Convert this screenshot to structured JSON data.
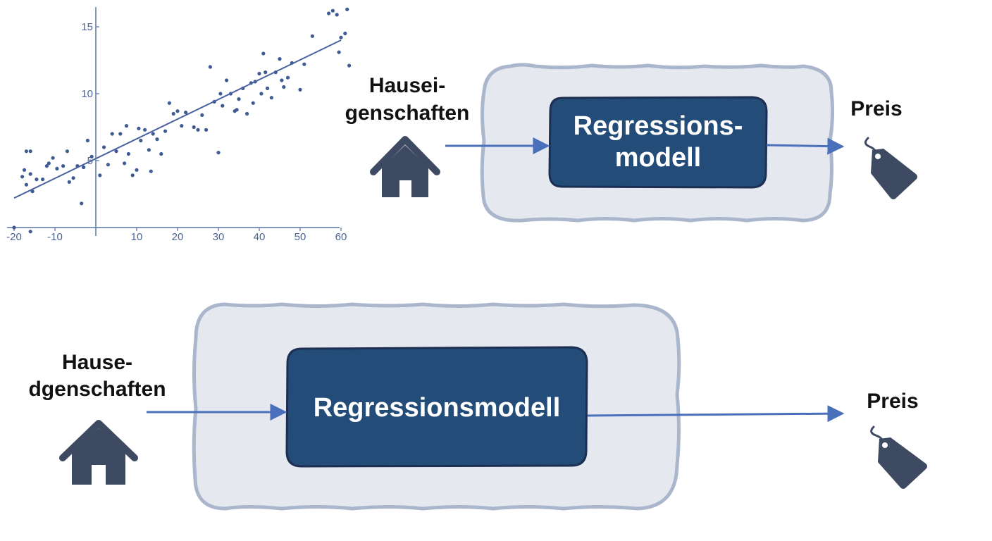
{
  "colors": {
    "axis": "#5872a4",
    "point": "#3e5b93",
    "model_box": "#234d78",
    "outer_box_fill": "#e6e8f0",
    "outer_box_stroke": "#aab6cb",
    "arrow": "#4a6fbb",
    "icon": "#3d4a62"
  },
  "chart_data": {
    "type": "scatter",
    "title": "",
    "xlabel": "",
    "ylabel": "",
    "xlim": [
      -21,
      61
    ],
    "ylim": [
      -1,
      16.5
    ],
    "x_ticks": [
      "-20",
      "-10",
      "10",
      "20",
      "30",
      "40",
      "50",
      "60"
    ],
    "y_ticks": [
      "15",
      "10",
      "5"
    ],
    "grid": false,
    "trend_line": {
      "x": [
        -20,
        60
      ],
      "y": [
        2.2,
        14.0
      ]
    },
    "points": [
      [
        -18,
        3.8
      ],
      [
        -17.5,
        4.3
      ],
      [
        -17,
        3.2
      ],
      [
        -17,
        5.7
      ],
      [
        -16,
        5.7
      ],
      [
        -16,
        4
      ],
      [
        -15.5,
        2.7
      ],
      [
        -14.5,
        3.6
      ],
      [
        -13,
        3.6
      ],
      [
        -12,
        4.6
      ],
      [
        -11.5,
        4.8
      ],
      [
        -10.5,
        5.2
      ],
      [
        -9.5,
        4.4
      ],
      [
        -8,
        4.6
      ],
      [
        -7,
        5.7
      ],
      [
        -6.5,
        3.4
      ],
      [
        -5.5,
        3.7
      ],
      [
        -4.5,
        4.6
      ],
      [
        -3.5,
        1.8
      ],
      [
        -3,
        4.5
      ],
      [
        -2,
        6.5
      ],
      [
        -1,
        5.3
      ],
      [
        1,
        3.9
      ],
      [
        2,
        6
      ],
      [
        3,
        4.7
      ],
      [
        4,
        7
      ],
      [
        5,
        5.7
      ],
      [
        6,
        7
      ],
      [
        7,
        4.8
      ],
      [
        7.5,
        7.6
      ],
      [
        8,
        5.5
      ],
      [
        9,
        3.9
      ],
      [
        10,
        4.3
      ],
      [
        10.5,
        7.4
      ],
      [
        11,
        6.5
      ],
      [
        12,
        7.3
      ],
      [
        13,
        5.8
      ],
      [
        13.5,
        4.2
      ],
      [
        14,
        7
      ],
      [
        15,
        6.6
      ],
      [
        16,
        5.5
      ],
      [
        17,
        7.2
      ],
      [
        18,
        9.3
      ],
      [
        19,
        8.5
      ],
      [
        20,
        8.7
      ],
      [
        21,
        7.6
      ],
      [
        22,
        8.6
      ],
      [
        24,
        7.5
      ],
      [
        25,
        7.3
      ],
      [
        26,
        8.4
      ],
      [
        27,
        7.3
      ],
      [
        28,
        12
      ],
      [
        29,
        9.4
      ],
      [
        30,
        5.6
      ],
      [
        30.5,
        10
      ],
      [
        31,
        9.1
      ],
      [
        32,
        11
      ],
      [
        33,
        10
      ],
      [
        34,
        8.7
      ],
      [
        34.5,
        8.8
      ],
      [
        35,
        9.6
      ],
      [
        36,
        10.4
      ],
      [
        37,
        8.5
      ],
      [
        38,
        10.8
      ],
      [
        38.5,
        9.3
      ],
      [
        39,
        10.9
      ],
      [
        40,
        11.5
      ],
      [
        40.5,
        10
      ],
      [
        41,
        13
      ],
      [
        41.5,
        11.6
      ],
      [
        42,
        10.4
      ],
      [
        43,
        9.7
      ],
      [
        44,
        11.6
      ],
      [
        45,
        12.6
      ],
      [
        45.5,
        11
      ],
      [
        46,
        10.5
      ],
      [
        47,
        11.2
      ],
      [
        48,
        12.3
      ],
      [
        50,
        10.3
      ],
      [
        51,
        12.2
      ],
      [
        53,
        14.3
      ],
      [
        57,
        16
      ],
      [
        58,
        16.2
      ],
      [
        59,
        15.9
      ],
      [
        59.5,
        13.1
      ],
      [
        60,
        14.2
      ],
      [
        61,
        14.5
      ],
      [
        61.5,
        16.3
      ],
      [
        62,
        12.1
      ],
      [
        -20,
        0
      ],
      [
        -16,
        -0.3
      ]
    ]
  },
  "diagram_top": {
    "input_label": [
      "Hausei-",
      "genschaften"
    ],
    "model_label": [
      "Regressions-",
      "modell"
    ],
    "output_label": "Preis"
  },
  "diagram_bottom": {
    "input_label": [
      "Hause-",
      "dgenschaften"
    ],
    "model_label": "Regressionsmodell",
    "output_label": "Preis"
  }
}
